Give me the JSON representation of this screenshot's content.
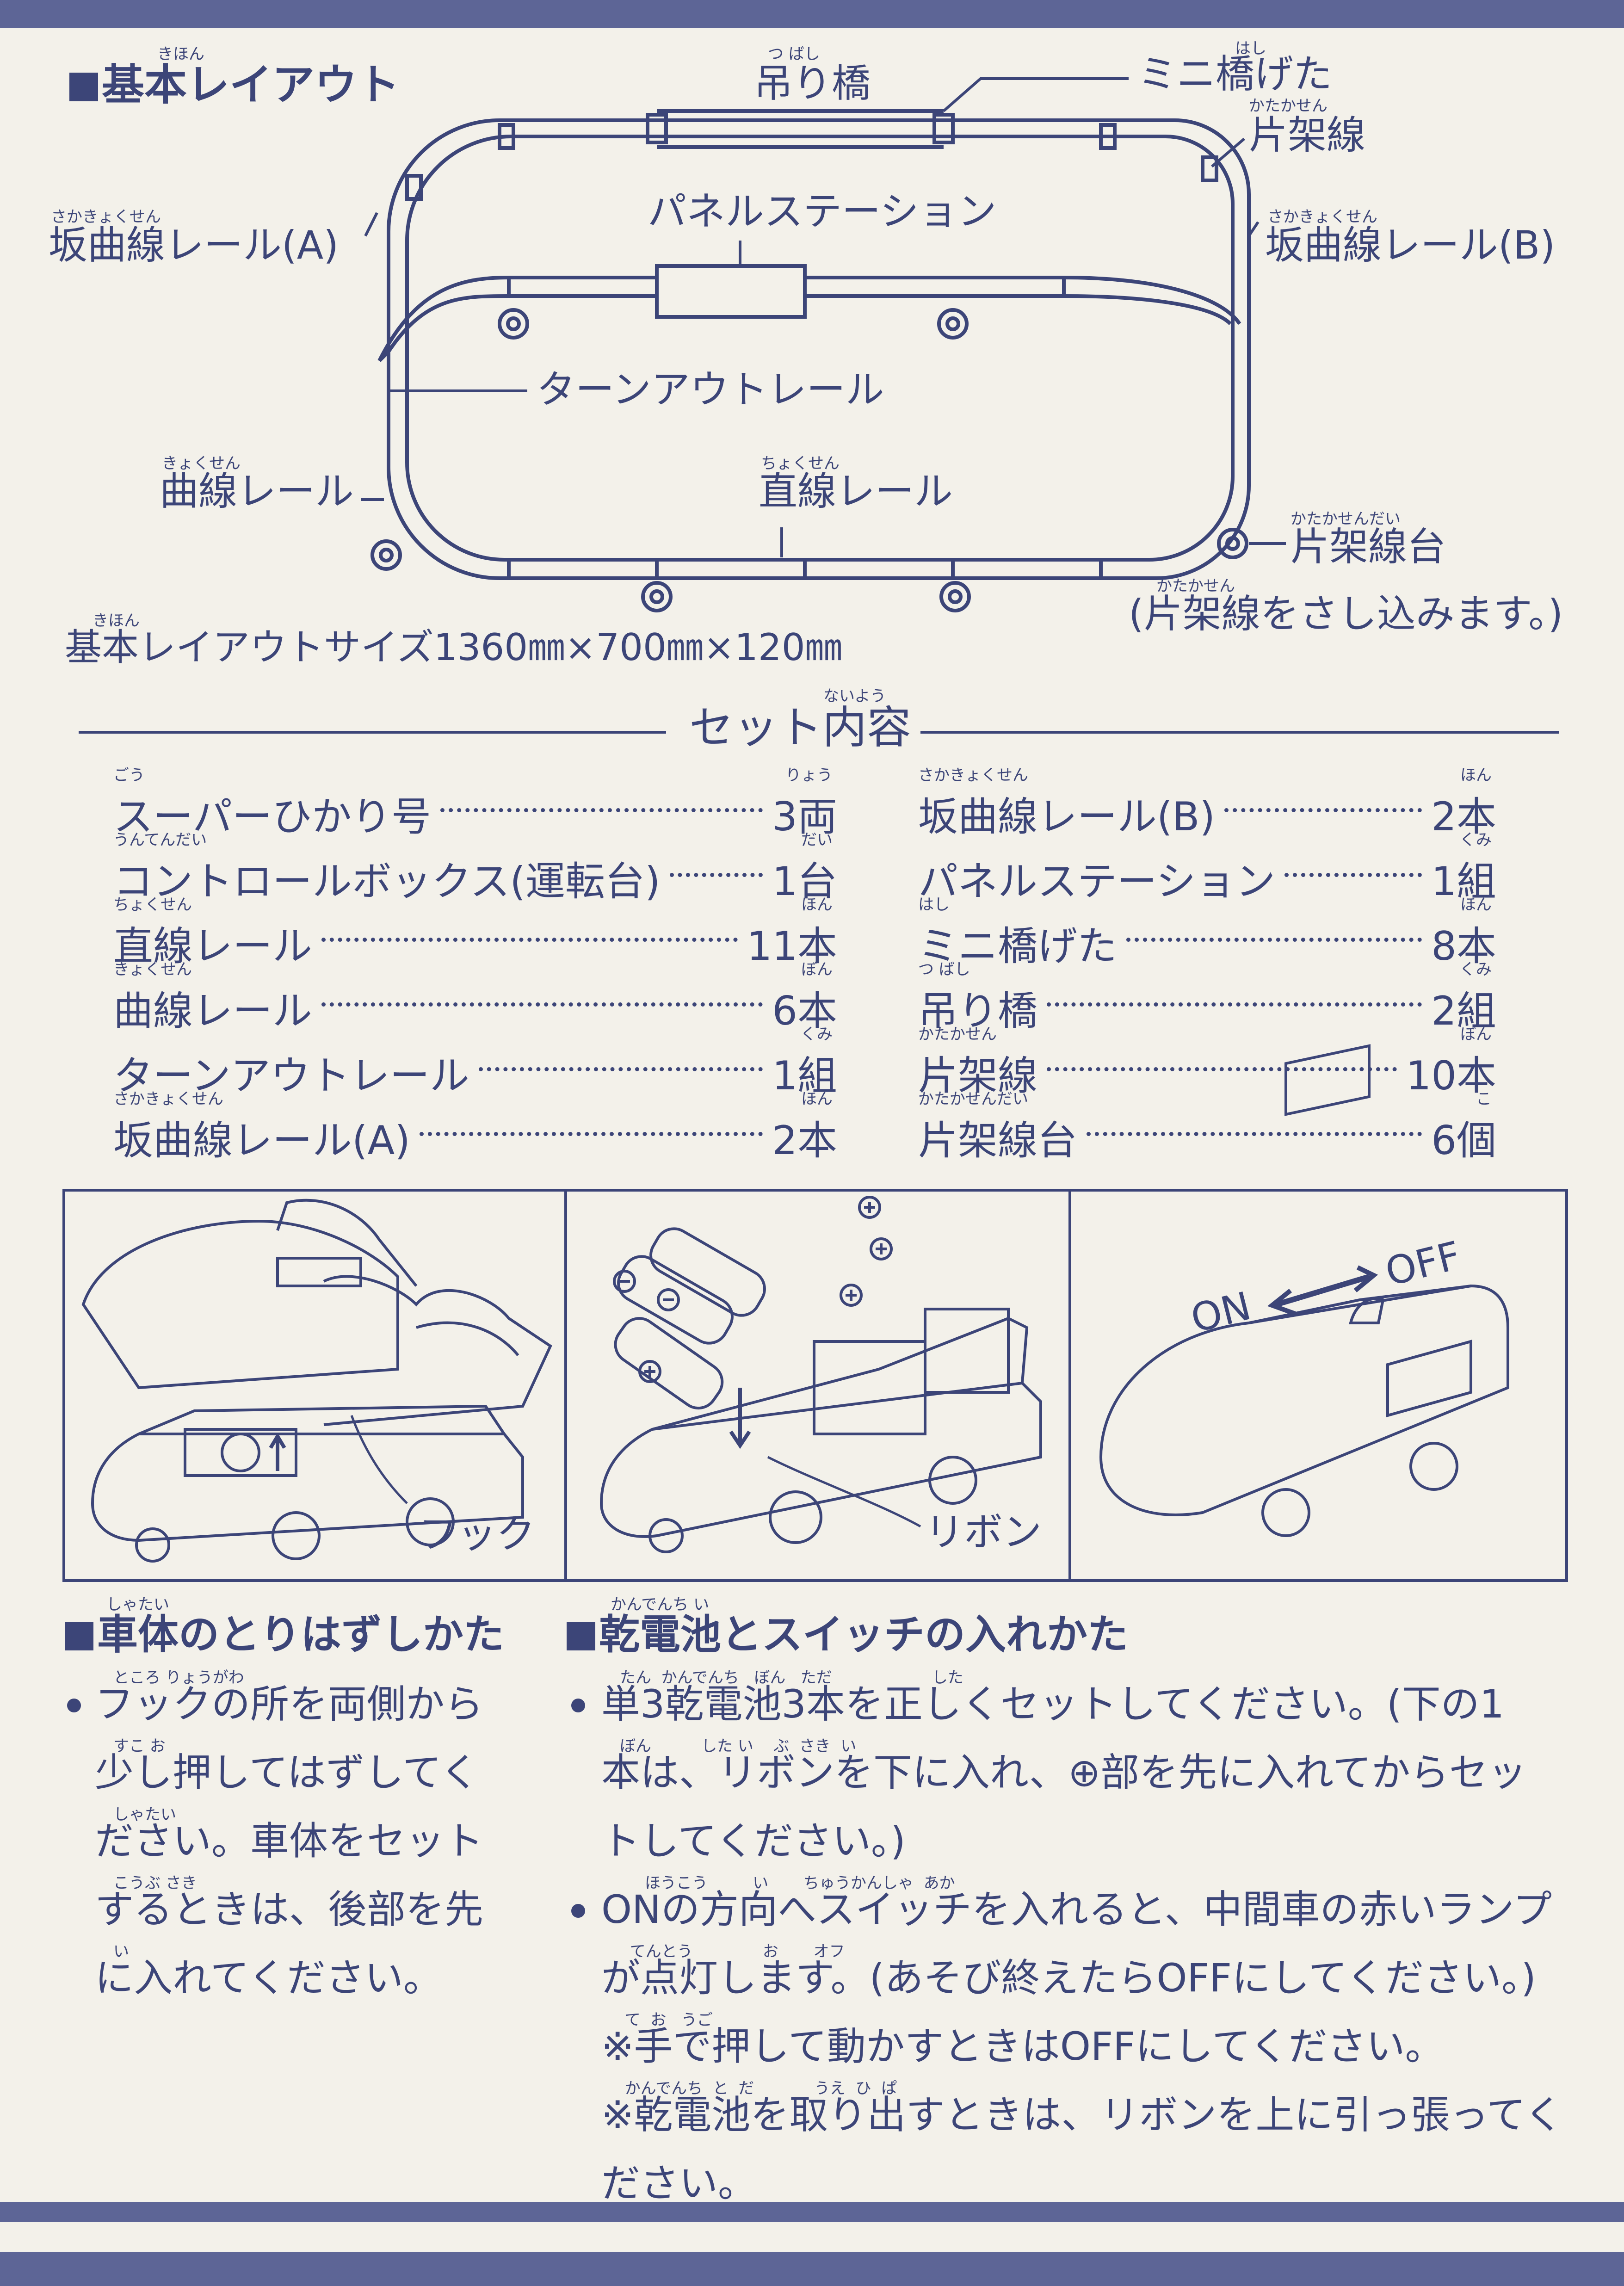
{
  "layout_section": {
    "title": "基本レイアウト",
    "title_ruby": "きほん",
    "labels": {
      "suribashi": "吊り橋",
      "suribashi_ruby": "つ ばし",
      "mini_hashigeta": "ミニ橋げた",
      "mini_hashigeta_ruby": "はし",
      "katakasen": "片架線",
      "katakasen_ruby": "かたかせん",
      "panel_station": "パネルステーション",
      "sakakyokusen_a": "坂曲線レール(A)",
      "sakakyokusen_a_ruby": "さかきょくせん",
      "sakakyokusen_b": "坂曲線レール(B)",
      "sakakyokusen_b_ruby": "さかきょくせん",
      "turnout": "ターンアウトレール",
      "kyokusen": "曲線レール",
      "kyokusen_ruby": "きょくせん",
      "chokusen": "直線レール",
      "chokusen_ruby": "ちょくせん",
      "katakasendai": "片架線台",
      "katakasendai_ruby": "かたかせんだい",
      "katakasen_note": "(片架線をさし込みます。)",
      "katakasen_note_ruby": "かたかせん"
    },
    "size": "基本レイアウトサイズ1360㎜×700㎜×120㎜",
    "size_ruby": "きほん"
  },
  "contents": {
    "heading": "セット内容",
    "heading_ruby": "ないよう",
    "left": [
      {
        "name": "スーパーひかり号",
        "ruby": "ごう",
        "qty": "3両",
        "qty_ruby": "りょう"
      },
      {
        "name": "コントロールボックス(運転台)",
        "ruby": "うんてんだい",
        "qty": "1台",
        "qty_ruby": "だい"
      },
      {
        "name": "直線レール",
        "ruby": "ちょくせん",
        "qty": "11本",
        "qty_ruby": "ほん"
      },
      {
        "name": "曲線レール",
        "ruby": "きょくせん",
        "qty": "6本",
        "qty_ruby": "ぼん"
      },
      {
        "name": "ターンアウトレール",
        "ruby": "",
        "qty": "1組",
        "qty_ruby": "くみ"
      },
      {
        "name": "坂曲線レール(A)",
        "ruby": "さかきょくせん",
        "qty": "2本",
        "qty_ruby": "ほん"
      }
    ],
    "right": [
      {
        "name": "坂曲線レール(B)",
        "ruby": "さかきょくせん",
        "qty": "2本",
        "qty_ruby": "ほん"
      },
      {
        "name": "パネルステーション",
        "ruby": "",
        "qty": "1組",
        "qty_ruby": "くみ"
      },
      {
        "name": "ミニ橋げた",
        "ruby": "はし",
        "qty": "8本",
        "qty_ruby": "ほん"
      },
      {
        "name": "吊り橋",
        "ruby": "つ ばし",
        "qty": "2組",
        "qty_ruby": "くみ"
      },
      {
        "name": "片架線",
        "ruby": "かたかせん",
        "qty": "10本",
        "qty_ruby": "ぼん"
      },
      {
        "name": "片架線台",
        "ruby": "かたかせんだい",
        "qty": "6個",
        "qty_ruby": "こ"
      }
    ]
  },
  "illustrations": {
    "hook": "フック",
    "ribbon": "リボン",
    "on": "ON",
    "off": "OFF"
  },
  "body_section": {
    "title": "車体のとりはずしかた",
    "title_ruby": "しゃたい",
    "lines": [
      "フックの所を両側から",
      "少し押してはずしてく",
      "ださい。車体をセット",
      "するときは、後部を先",
      "に入れてください。"
    ],
    "rubies": [
      "ところ りょうがわ",
      "すこ お",
      "しゃたい",
      "こうぶ さき",
      "い"
    ]
  },
  "battery_section": {
    "title": "乾電池とスイッチの入れかた",
    "title_ruby": "かんでんち        い",
    "lines": [
      "単3乾電池3本を正しくセットしてください。(下の1",
      "本は、リボンを下に入れ、⊕部を先に入れてからセッ",
      "トしてください。)",
      "ONの方向へスイッチを入れると、中間車の赤いランプ",
      "が点灯します。(あそび終えたらOFFにしてください。)",
      "※手で押して動かすときはOFFにしてください。",
      "※乾電池を取り出すときは、リボンを上に引っ張ってく",
      "ださい。"
    ],
    "rubies": [
      "たん  かんでんち   ぼん   ただ                    した",
      "ぼん          した い    ぶ  さき  い",
      "",
      "     ほうこう         い       ちゅうかんしゃ  あか",
      "  てんとう              お       オフ",
      " て  お   うご",
      " かんでんち  と  だ            うえ  ひ  ぱ",
      ""
    ]
  },
  "colors": {
    "ink": "#3c4578",
    "band": "#5d6596",
    "paper": "#f3f1ea"
  }
}
